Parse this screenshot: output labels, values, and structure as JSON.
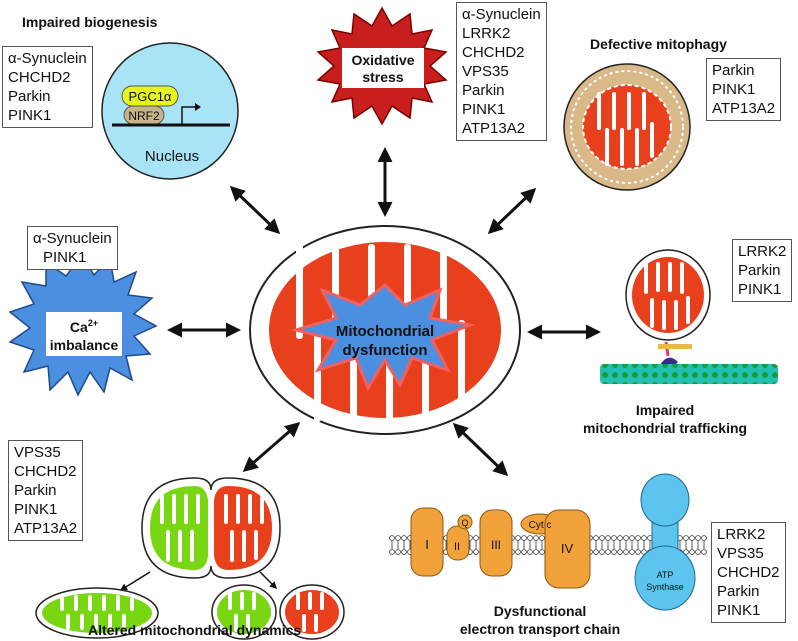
{
  "center": {
    "line1": "Mitochondrial",
    "line2": "dysfunction"
  },
  "biogenesis": {
    "title": "Impaired biogenesis",
    "genes": [
      "α-Synuclein",
      "CHCHD2",
      "Parkin",
      "PINK1"
    ],
    "pgc": "PGC1α",
    "nrf": "NRF2",
    "nucleus": "Nucleus"
  },
  "oxidative": {
    "label1": "Oxidative",
    "label2": "stress",
    "genes": [
      "α-Synuclein",
      "LRRK2",
      "CHCHD2",
      "VPS35",
      "Parkin",
      "PINK1",
      "ATP13A2"
    ]
  },
  "mitophagy": {
    "title": "Defective mitophagy",
    "genes": [
      "Parkin",
      "PINK1",
      "ATP13A2"
    ]
  },
  "calcium": {
    "label_ca": "Ca",
    "label_sup": "2+",
    "label2": "imbalance",
    "genes": [
      "α-Synuclein",
      "PINK1"
    ]
  },
  "trafficking": {
    "title1": "Impaired",
    "title2": "mitochondrial trafficking",
    "genes": [
      "LRRK2",
      "Parkin",
      "PINK1"
    ]
  },
  "dynamics": {
    "title": "Altered mitochondrial dynamics",
    "genes": [
      "VPS35",
      "CHCHD2",
      "Parkin",
      "PINK1",
      "ATP13A2"
    ]
  },
  "etc": {
    "title1": "Dysfunctional",
    "title2": "electron transport chain",
    "complexes": [
      "I",
      "II",
      "Q",
      "III",
      "Cyt c",
      "IV"
    ],
    "atp1": "ATP",
    "atp2": "Synthase",
    "genes": [
      "LRRK2",
      "VPS35",
      "CHCHD2",
      "Parkin",
      "PINK1"
    ]
  },
  "colors": {
    "mito_red": "#e8401c",
    "green": "#78d612",
    "blue": "#4a8fe0",
    "orange": "#f2a23a",
    "atp_blue": "#5cc4ef"
  }
}
